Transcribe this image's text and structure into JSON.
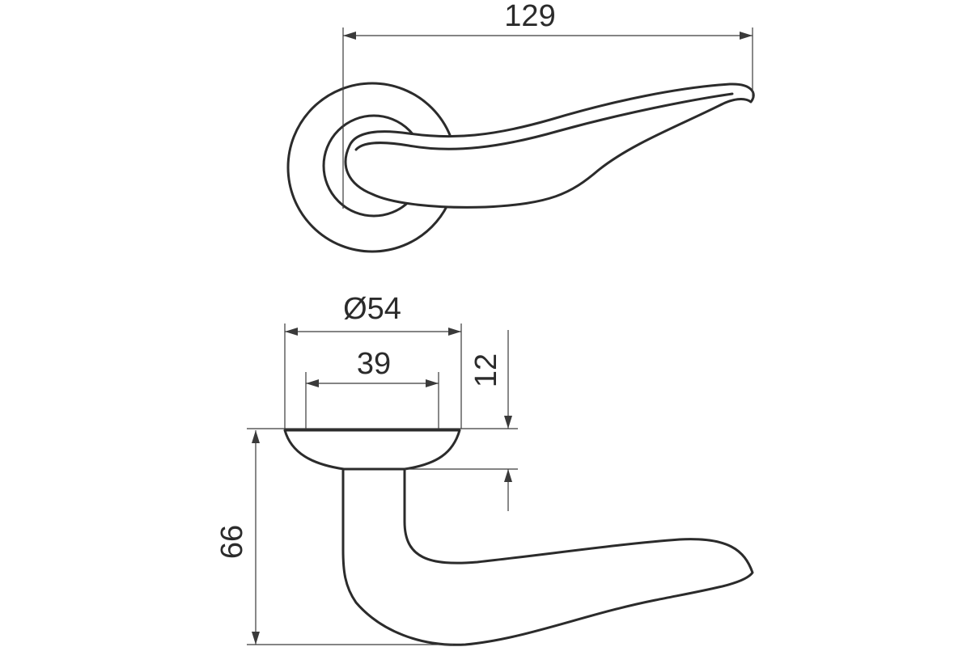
{
  "dimensions": {
    "overall_length": "129",
    "rosette_diameter": "Ø54",
    "inner_diameter": "39",
    "rosette_height": "12",
    "overall_height": "66"
  }
}
